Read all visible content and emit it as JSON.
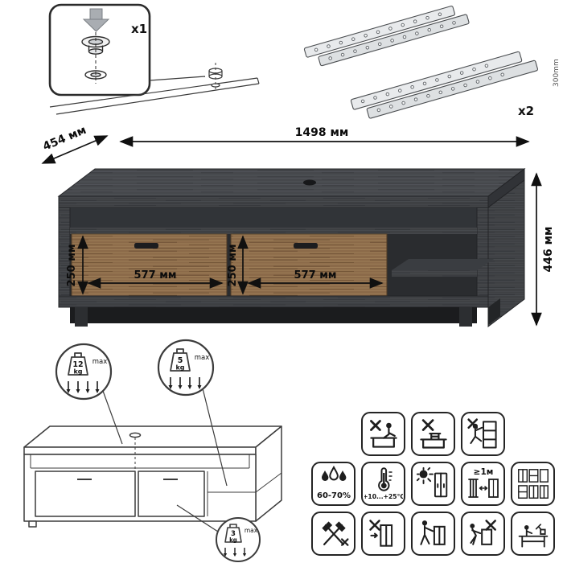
{
  "dimensions": {
    "width": "1498 мм",
    "depth": "454 мм",
    "height": "446 мм",
    "drawer_height_1": "250 мм",
    "drawer_width_1": "577 мм",
    "drawer_height_2": "250 мм",
    "drawer_width_2": "577 мм"
  },
  "hardware": {
    "foot_count": "x1",
    "slide_count": "x2",
    "slide_length": "300mm"
  },
  "load_limits": {
    "top_surface": {
      "value": "12",
      "unit": "kg",
      "qualifier": "max"
    },
    "shelf": {
      "value": "5",
      "unit": "kg",
      "qualifier": "max"
    },
    "drawer": {
      "value": "3",
      "unit": "kg",
      "qualifier": "max"
    }
  },
  "care": {
    "humidity": "60-70%",
    "temperature": "+10...+25°C",
    "heat_distance": "≥1м"
  },
  "icons": {
    "row1": [
      "no-sitting",
      "no-heavy-objects",
      "no-climbing"
    ],
    "row2": [
      "humidity-range",
      "temperature-range",
      "protect-from-sunlight",
      "keep-1m-from-heat",
      "furniture-collection"
    ],
    "row3": [
      "protect-from-impact",
      "no-pushing",
      "move-holding",
      "no-dragging",
      "workbench-assembly"
    ]
  }
}
